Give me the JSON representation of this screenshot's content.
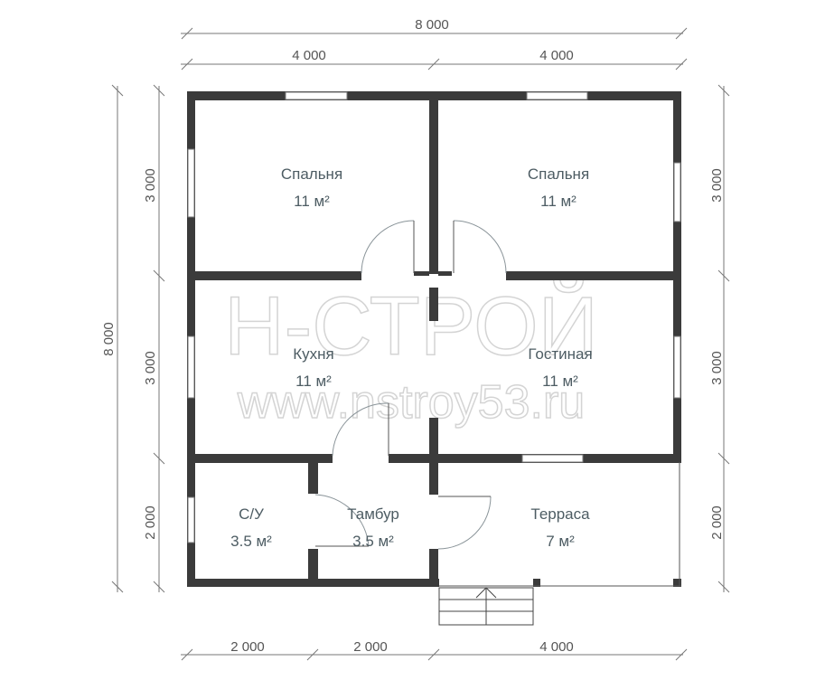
{
  "rooms": [
    {
      "name": "Спальня",
      "area": "11 м²"
    },
    {
      "name": "Спальня",
      "area": "11 м²"
    },
    {
      "name": "Кухня",
      "area": "11 м²"
    },
    {
      "name": "Гостиная",
      "area": "11 м²"
    },
    {
      "name": "С/У",
      "area": "3.5 м²"
    },
    {
      "name": "Тамбур",
      "area": "3.5 м²"
    },
    {
      "name": "Терраса",
      "area": "7 м²"
    }
  ],
  "dimensions": {
    "top_total": "8 000",
    "top_left": "4 000",
    "top_right": "4 000",
    "left_total": "8 000",
    "left_top": "3 000",
    "left_mid": "3 000",
    "left_bottom": "2 000",
    "right_top": "3 000",
    "right_mid": "3 000",
    "right_bottom": "2 000",
    "bottom_1": "2 000",
    "bottom_2": "2 000",
    "bottom_3": "4 000"
  },
  "watermark": {
    "logo": "Н-СТРОЙ",
    "url": "www.nstroy53.ru"
  }
}
